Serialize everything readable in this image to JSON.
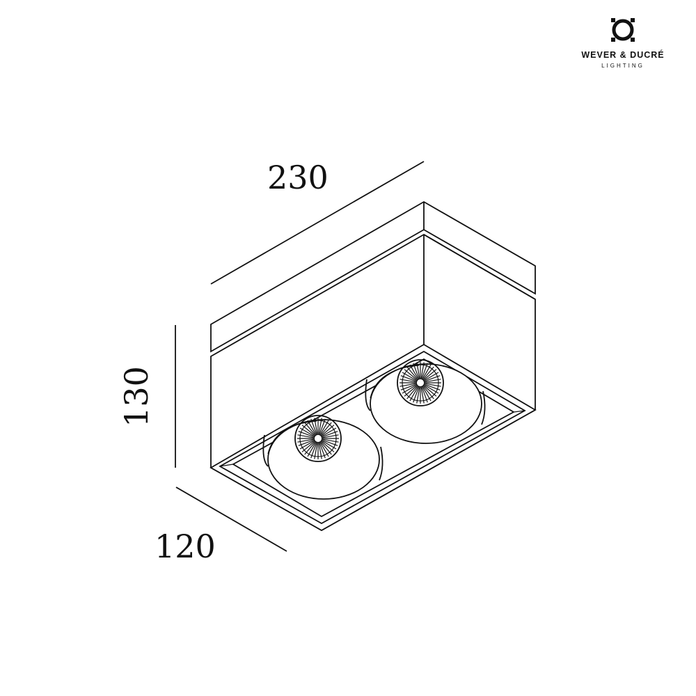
{
  "brand": {
    "name": "WEVER & DUCRÉ",
    "subtitle": "LIGHTING",
    "logo_icon": "wever-ducre-logo-icon"
  },
  "dimensions": {
    "length": "230",
    "height": "130",
    "depth": "120"
  },
  "colors": {
    "line": "#111111",
    "background": "#ffffff"
  }
}
